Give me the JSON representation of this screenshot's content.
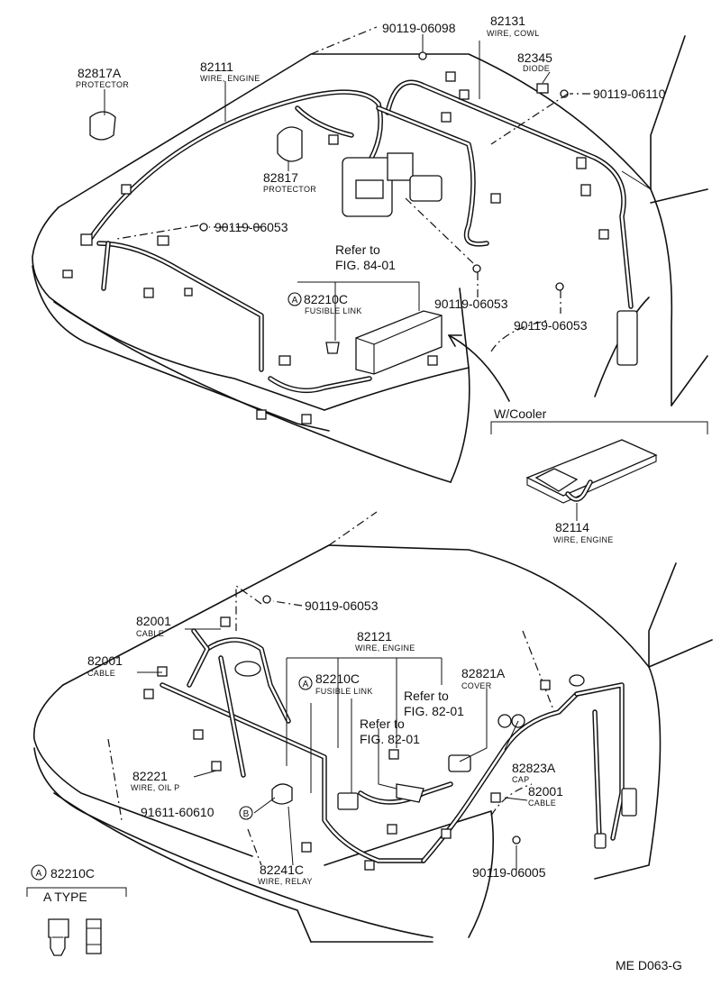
{
  "labels": {
    "p82817a": {
      "pn": "82817A",
      "sub": "PROTECTOR"
    },
    "p82111": {
      "pn": "82111",
      "sub": "WIRE, ENGINE"
    },
    "p90119_06098": {
      "pn": "90119-06098"
    },
    "p82131": {
      "pn": "82131",
      "sub": "WIRE, COWL"
    },
    "p82345": {
      "pn": "82345",
      "sub": "DIODE"
    },
    "p90119_06110": {
      "pn": "90119-06110"
    },
    "p82817": {
      "pn": "82817",
      "sub": "PROTECTOR"
    },
    "p90119_06053_a": {
      "pn": "90119-06053"
    },
    "ref_84_01": {
      "line1": "Refer to",
      "line2": "FIG. 84-01"
    },
    "p82210c_a": {
      "marker": "A",
      "pn": "82210C",
      "sub": "FUSIBLE LINK"
    },
    "p90119_06053_b": {
      "pn": "90119-06053"
    },
    "p90119_06053_c": {
      "pn": "90119-06053"
    },
    "wcooler": {
      "title": "W/Cooler"
    },
    "p82114": {
      "pn": "82114",
      "sub": "WIRE, ENGINE"
    },
    "p90119_06053_d": {
      "pn": "90119-06053"
    },
    "p82001_a": {
      "pn": "82001",
      "sub": "CABLE"
    },
    "p82001_b": {
      "pn": "82001",
      "sub": "CABLE"
    },
    "p82121": {
      "pn": "82121",
      "sub": "WIRE, ENGINE"
    },
    "p82210c_b": {
      "marker": "A",
      "pn": "82210C",
      "sub": "FUSIBLE LINK"
    },
    "ref_82_01_a": {
      "line1": "Refer to",
      "line2": "FIG. 82-01"
    },
    "ref_82_01_b": {
      "line1": "Refer to",
      "line2": "FIG. 82-01"
    },
    "p82821a": {
      "pn": "82821A",
      "sub": "COVER"
    },
    "p82823a": {
      "pn": "82823A",
      "sub": "CAP"
    },
    "p82001_c": {
      "pn": "82001",
      "sub": "CABLE"
    },
    "p82221": {
      "pn": "82221",
      "sub": "WIRE, OIL P"
    },
    "p91611": {
      "pn": "91611-60610",
      "marker": "B"
    },
    "p82241c": {
      "pn": "82241C",
      "sub": "WIRE, RELAY"
    },
    "p90119_06005": {
      "pn": "90119-06005"
    },
    "legend": {
      "marker": "A",
      "pn": "82210C",
      "type": "A TYPE"
    },
    "code": {
      "text": "ME D063-G"
    }
  }
}
